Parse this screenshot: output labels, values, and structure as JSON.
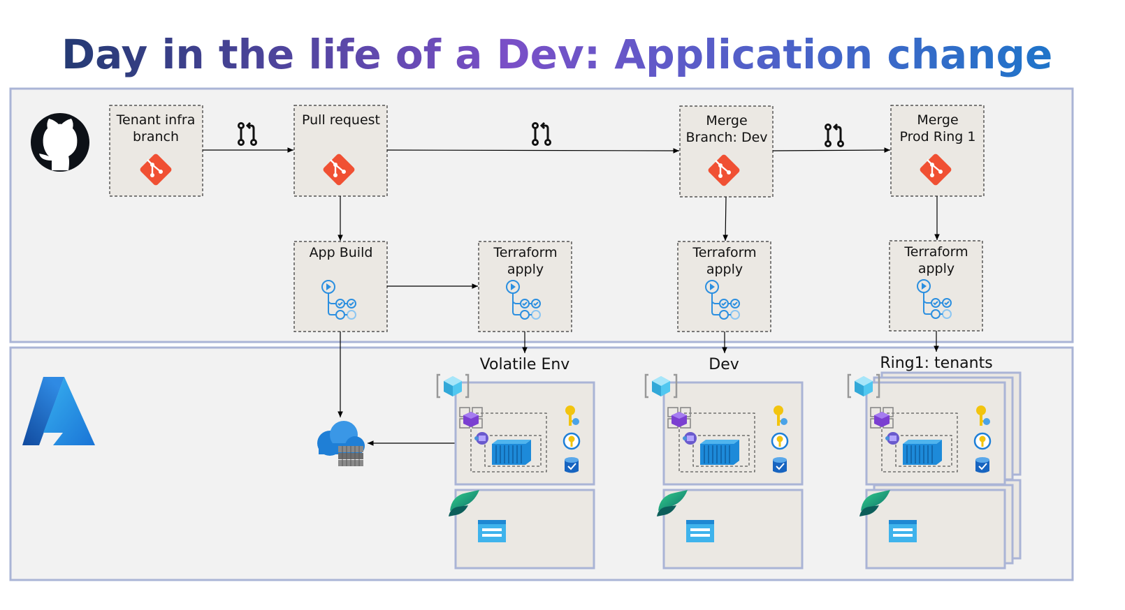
{
  "title": {
    "part1": "Day in the life of a Dev: ",
    "part2": "Application change",
    "gradient_colors": [
      "#243a73",
      "#7a4fc7",
      "#1f74c9"
    ]
  },
  "colors": {
    "lane_fill": "#f2f2f2",
    "lane_border": "#aab4d6",
    "box_fill": "#ebe8e3",
    "git_orange": "#f05033",
    "pipeline_blue": "#2b8fe0",
    "azure_blue": "#1b6fd0",
    "arrow": "#000000"
  },
  "lanes": {
    "github": {
      "icon": "github-icon"
    },
    "azure": {
      "icon": "azure-icon"
    }
  },
  "branches": [
    {
      "line1": "Tenant infra",
      "line2": "branch",
      "icon": "git-icon"
    },
    {
      "line1": "Pull request",
      "line2": "",
      "icon": "git-icon"
    },
    {
      "line1": "Merge",
      "line2": "Branch: Dev",
      "icon": "git-icon"
    },
    {
      "line1": "Merge",
      "line2": "Prod Ring 1",
      "icon": "git-icon"
    }
  ],
  "pipelines": [
    {
      "line1": "App Build",
      "line2": "",
      "icon": "pipeline-icon"
    },
    {
      "line1": "Terraform",
      "line2": "apply",
      "icon": "pipeline-icon"
    },
    {
      "line1": "Terraform",
      "line2": "apply",
      "icon": "pipeline-icon"
    },
    {
      "line1": "Terraform",
      "line2": "apply",
      "icon": "pipeline-icon"
    }
  ],
  "environments": [
    {
      "label": "Volatile Env",
      "stacked": false
    },
    {
      "label": "Dev",
      "stacked": false
    },
    {
      "label": "Ring1: tenants",
      "stacked": true
    }
  ],
  "registry": {
    "icon": "container-registry-icon"
  }
}
